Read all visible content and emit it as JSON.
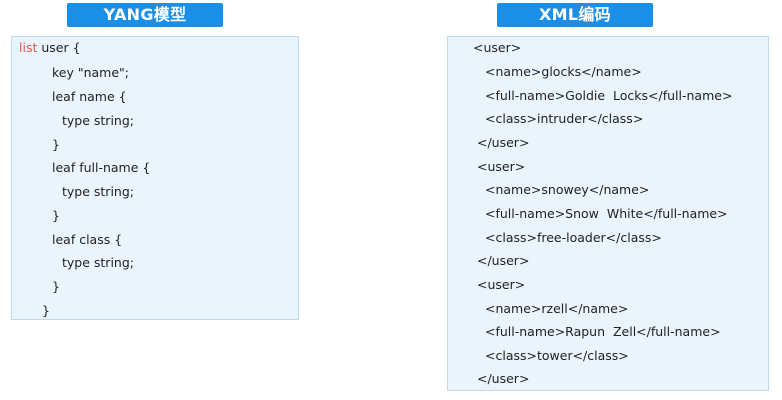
{
  "yang": {
    "title": "YANG模型",
    "first_keyword": "list",
    "first_rest": " user {",
    "lines": [
      "key \"name\";",
      "leaf name {",
      "type string;",
      "}",
      "leaf full-name {",
      "type string;",
      "}",
      "leaf class {",
      "type string;",
      "}",
      "}"
    ]
  },
  "xml": {
    "title": "XML编码",
    "lines": [
      "<user>",
      "<name>glocks</name>",
      "<full-name>Goldie  Locks</full-name>",
      "<class>intruder</class>",
      "</user>",
      "<user>",
      "<name>snowey</name>",
      "<full-name>Snow  White</full-name>",
      "<class>free-loader</class>",
      "</user>",
      "<user>",
      "<name>rzell</name>",
      "<full-name>Rapun  Zell</full-name>",
      "<class>tower</class>",
      "</user>"
    ]
  },
  "colors": {
    "title_bg": "#1a8fe8",
    "panel_bg": "#eaf4fd",
    "panel_border": "#bcdaf4",
    "keyword": "#e8564e"
  }
}
